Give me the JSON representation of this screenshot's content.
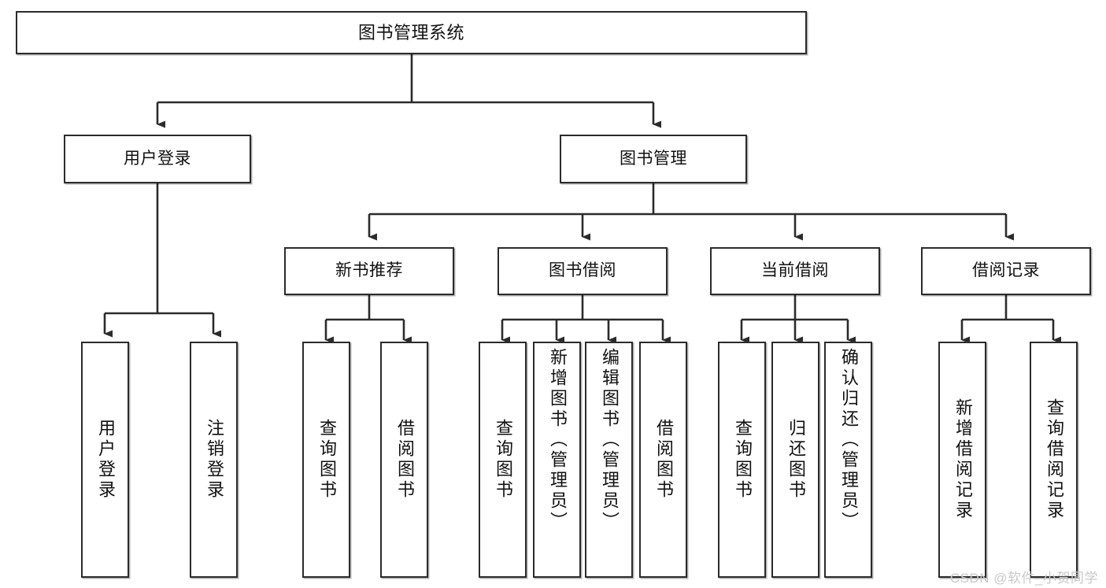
{
  "diagram": {
    "title": "图书管理系统",
    "type": "tree-hierarchy",
    "root": {
      "id": "root",
      "label": "图书管理系统"
    },
    "level1": [
      {
        "id": "user-login",
        "label": "用户登录"
      },
      {
        "id": "book-manage",
        "label": "图书管理"
      }
    ],
    "level2": [
      {
        "id": "new-book-recommend",
        "label": "新书推荐",
        "parent": "book-manage"
      },
      {
        "id": "book-borrow",
        "label": "图书借阅",
        "parent": "book-manage"
      },
      {
        "id": "current-borrow",
        "label": "当前借阅",
        "parent": "book-manage"
      },
      {
        "id": "borrow-record",
        "label": "借阅记录",
        "parent": "book-manage"
      }
    ],
    "leaves": {
      "user_login": [
        {
          "id": "leaf-user-login",
          "label": "用户登录"
        },
        {
          "id": "leaf-user-logout",
          "label": "注销登录"
        }
      ],
      "new_book_recommend": [
        {
          "id": "leaf-query-book-1",
          "label": "查询图书"
        },
        {
          "id": "leaf-borrow-book-1",
          "label": "借阅图书"
        }
      ],
      "book_borrow": [
        {
          "id": "leaf-query-book-2",
          "label": "查询图书"
        },
        {
          "id": "leaf-add-book",
          "label": "新增图书（管理员）"
        },
        {
          "id": "leaf-edit-book",
          "label": "编辑图书（管理员）"
        },
        {
          "id": "leaf-borrow-book-2",
          "label": "借阅图书"
        }
      ],
      "current_borrow": [
        {
          "id": "leaf-query-book-3",
          "label": "查询图书"
        },
        {
          "id": "leaf-return-book",
          "label": "归还图书"
        },
        {
          "id": "leaf-confirm-return",
          "label": "确认归还（管理员）"
        }
      ],
      "borrow_record": [
        {
          "id": "leaf-add-record",
          "label": "新增借阅记录"
        },
        {
          "id": "leaf-query-record",
          "label": "查询借阅记录"
        }
      ]
    }
  },
  "watermark": {
    "text": "CSDN @软件_小贺同学"
  },
  "colors": {
    "box_border": "#2b2b2b",
    "box_fill": "#ffffff",
    "line": "#2b2b2b",
    "text": "#111111",
    "watermark": "#c9c9c9"
  }
}
